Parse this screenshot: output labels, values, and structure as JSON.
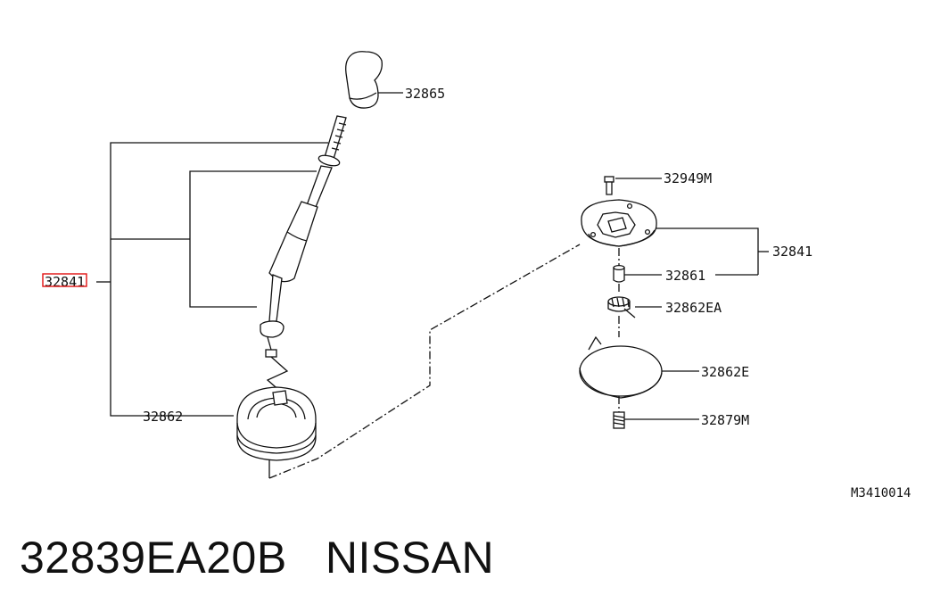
{
  "diagram": {
    "labels": {
      "shift_knob": "32865",
      "bolt": "32949M",
      "lever_assembly_right": "32841",
      "lever_assembly_left": "32841",
      "bushing": "32861",
      "clip": "32862EA",
      "boot_ring": "32862E",
      "spring": "32879M",
      "boot": "32862"
    },
    "figure_code": "M3410014",
    "highlight_color": "#e01010"
  },
  "caption": {
    "part_number": "32839EA20B",
    "brand": "NISSAN"
  }
}
